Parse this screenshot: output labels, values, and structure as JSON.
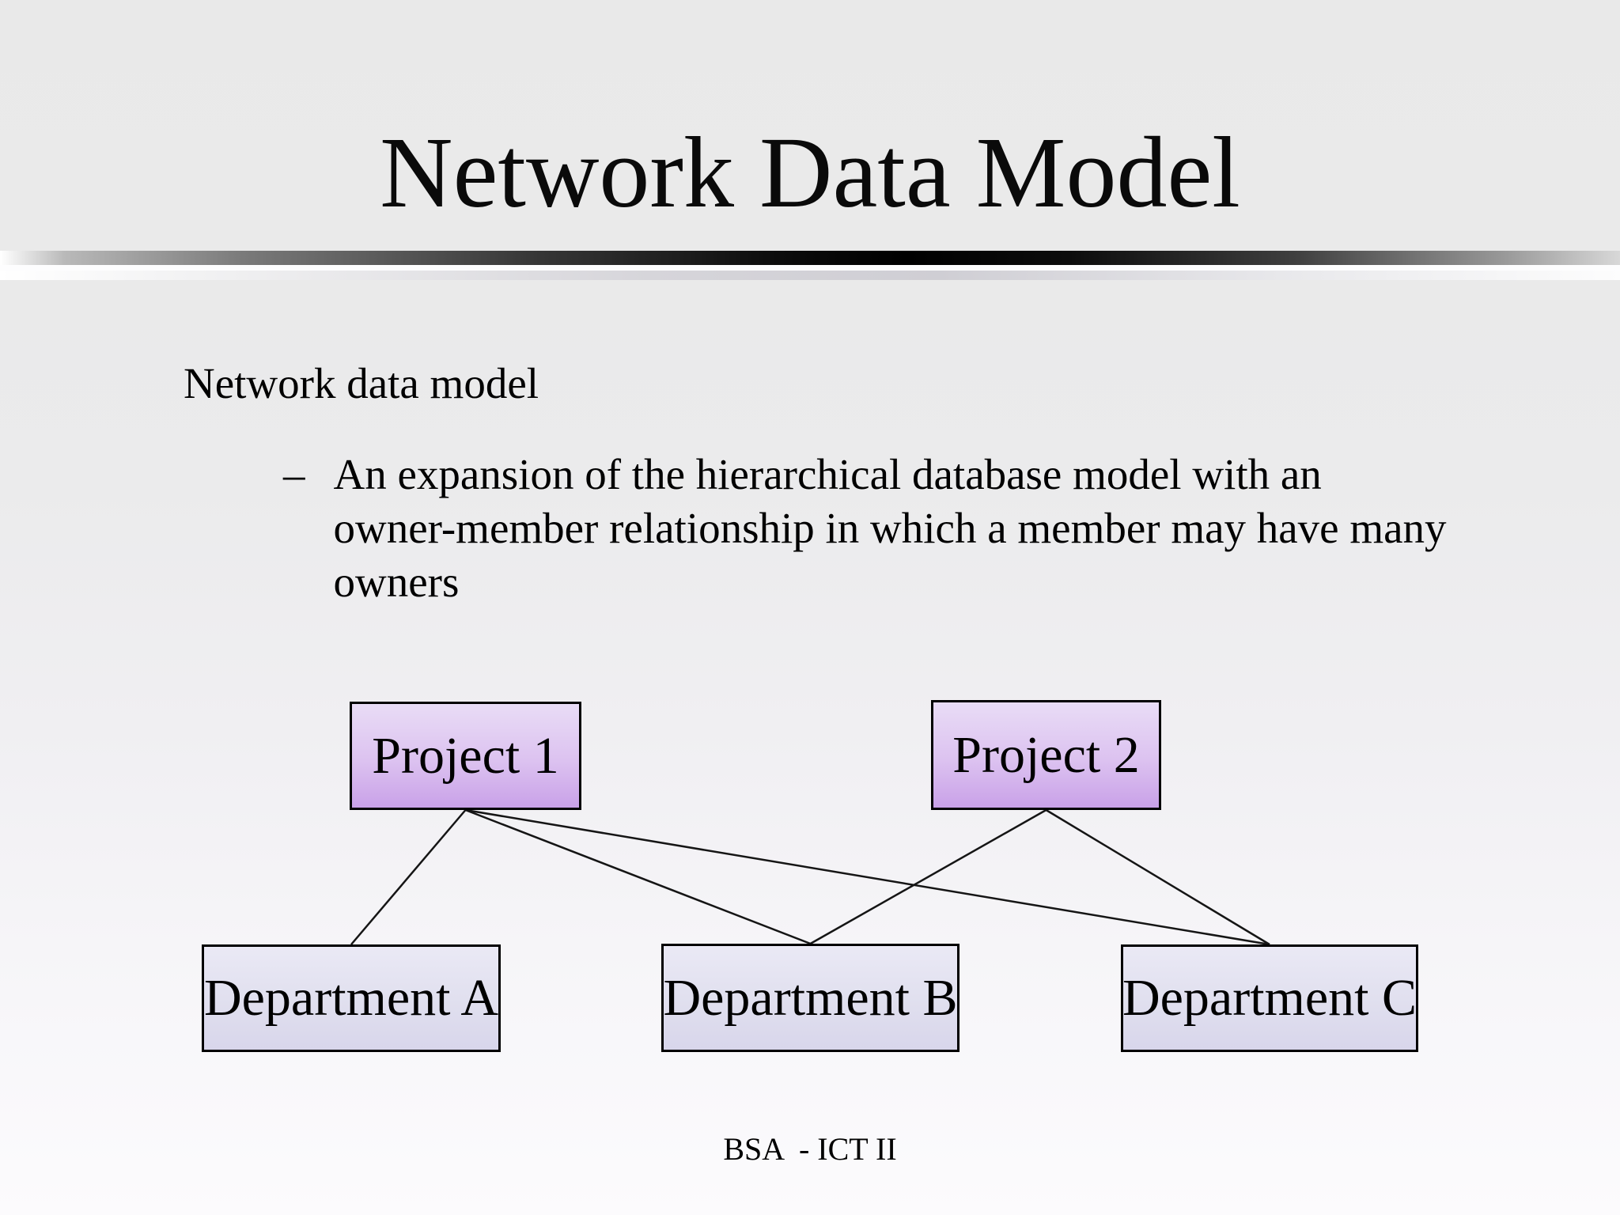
{
  "slide": {
    "title": "Network Data Model",
    "body": {
      "heading": "Network data model",
      "bullet_marker": "–",
      "bullet_text": "An expansion of the hierarchical database model with an owner-member relationship in which a member may have many owners",
      "bullet_lines": [
        "An expansion of the hierarchical database model with an",
        "owner-member relationship in which a member may have many",
        "owners"
      ]
    },
    "diagram": {
      "nodes": {
        "project1": {
          "label": "Project 1",
          "type": "project"
        },
        "project2": {
          "label": "Project 2",
          "type": "project"
        },
        "deptA": {
          "label": "Department A",
          "type": "department"
        },
        "deptB": {
          "label": "Department B",
          "type": "department"
        },
        "deptC": {
          "label": "Department C",
          "type": "department"
        }
      },
      "edges": [
        {
          "from": "project1",
          "to": "deptA"
        },
        {
          "from": "project1",
          "to": "deptB"
        },
        {
          "from": "project1",
          "to": "deptC"
        },
        {
          "from": "project2",
          "to": "deptB"
        },
        {
          "from": "project2",
          "to": "deptC"
        }
      ]
    },
    "footer": "BSA  - ICT II",
    "colors": {
      "project_box_top": "#e9dcf6",
      "project_box_bottom": "#c9a1e8",
      "department_box_top": "#eae9f5",
      "department_box_bottom": "#d8d6eb",
      "box_border": "#000000",
      "connector": "#151515",
      "text": "#000000"
    }
  }
}
